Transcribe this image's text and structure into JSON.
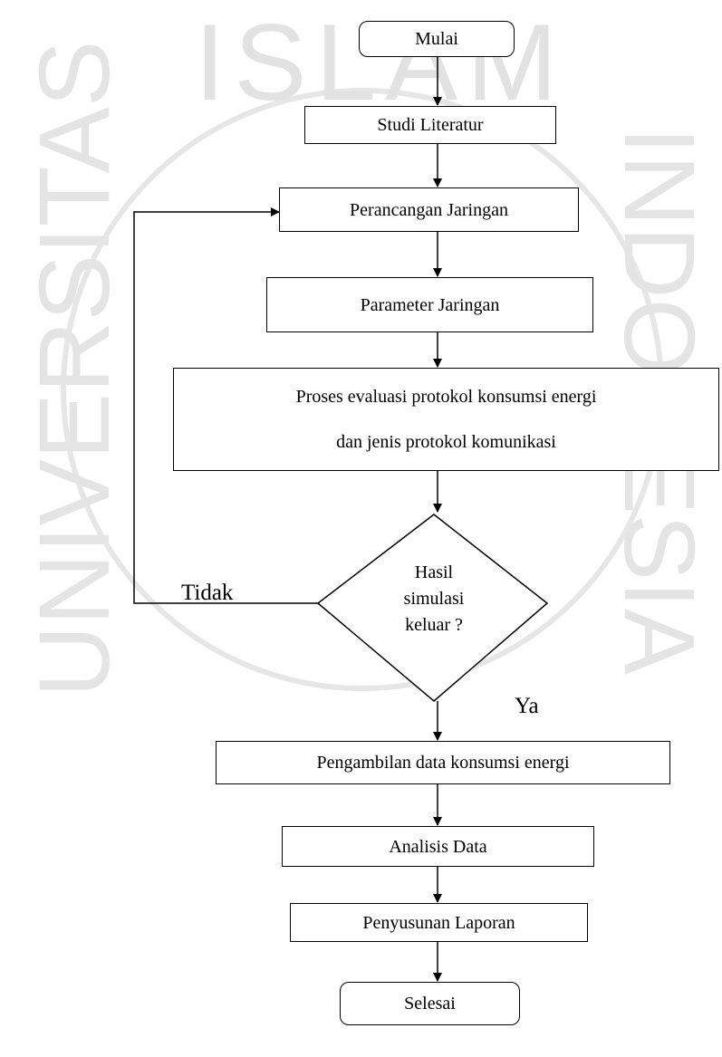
{
  "flowchart": {
    "start": "Mulai",
    "steps": {
      "studi": "Studi Literatur",
      "perancangan": "Perancangan Jaringan",
      "parameter": "Parameter Jaringan",
      "proses_line1": "Proses evaluasi protokol konsumsi energi",
      "proses_line2": "dan jenis protokol komunikasi",
      "pengambilan": "Pengambilan data konsumsi energi",
      "analisis": "Analisis Data",
      "penyusunan": "Penyusunan Laporan"
    },
    "decision": {
      "line1": "Hasil",
      "line2": "simulasi",
      "line3": "keluar ?"
    },
    "branch_no": "Tidak",
    "branch_yes": "Ya",
    "end": "Selesai"
  },
  "watermark": {
    "text": "ISLAM INDONESIA UNIVERSITAS",
    "color": "#e3e3e3"
  }
}
